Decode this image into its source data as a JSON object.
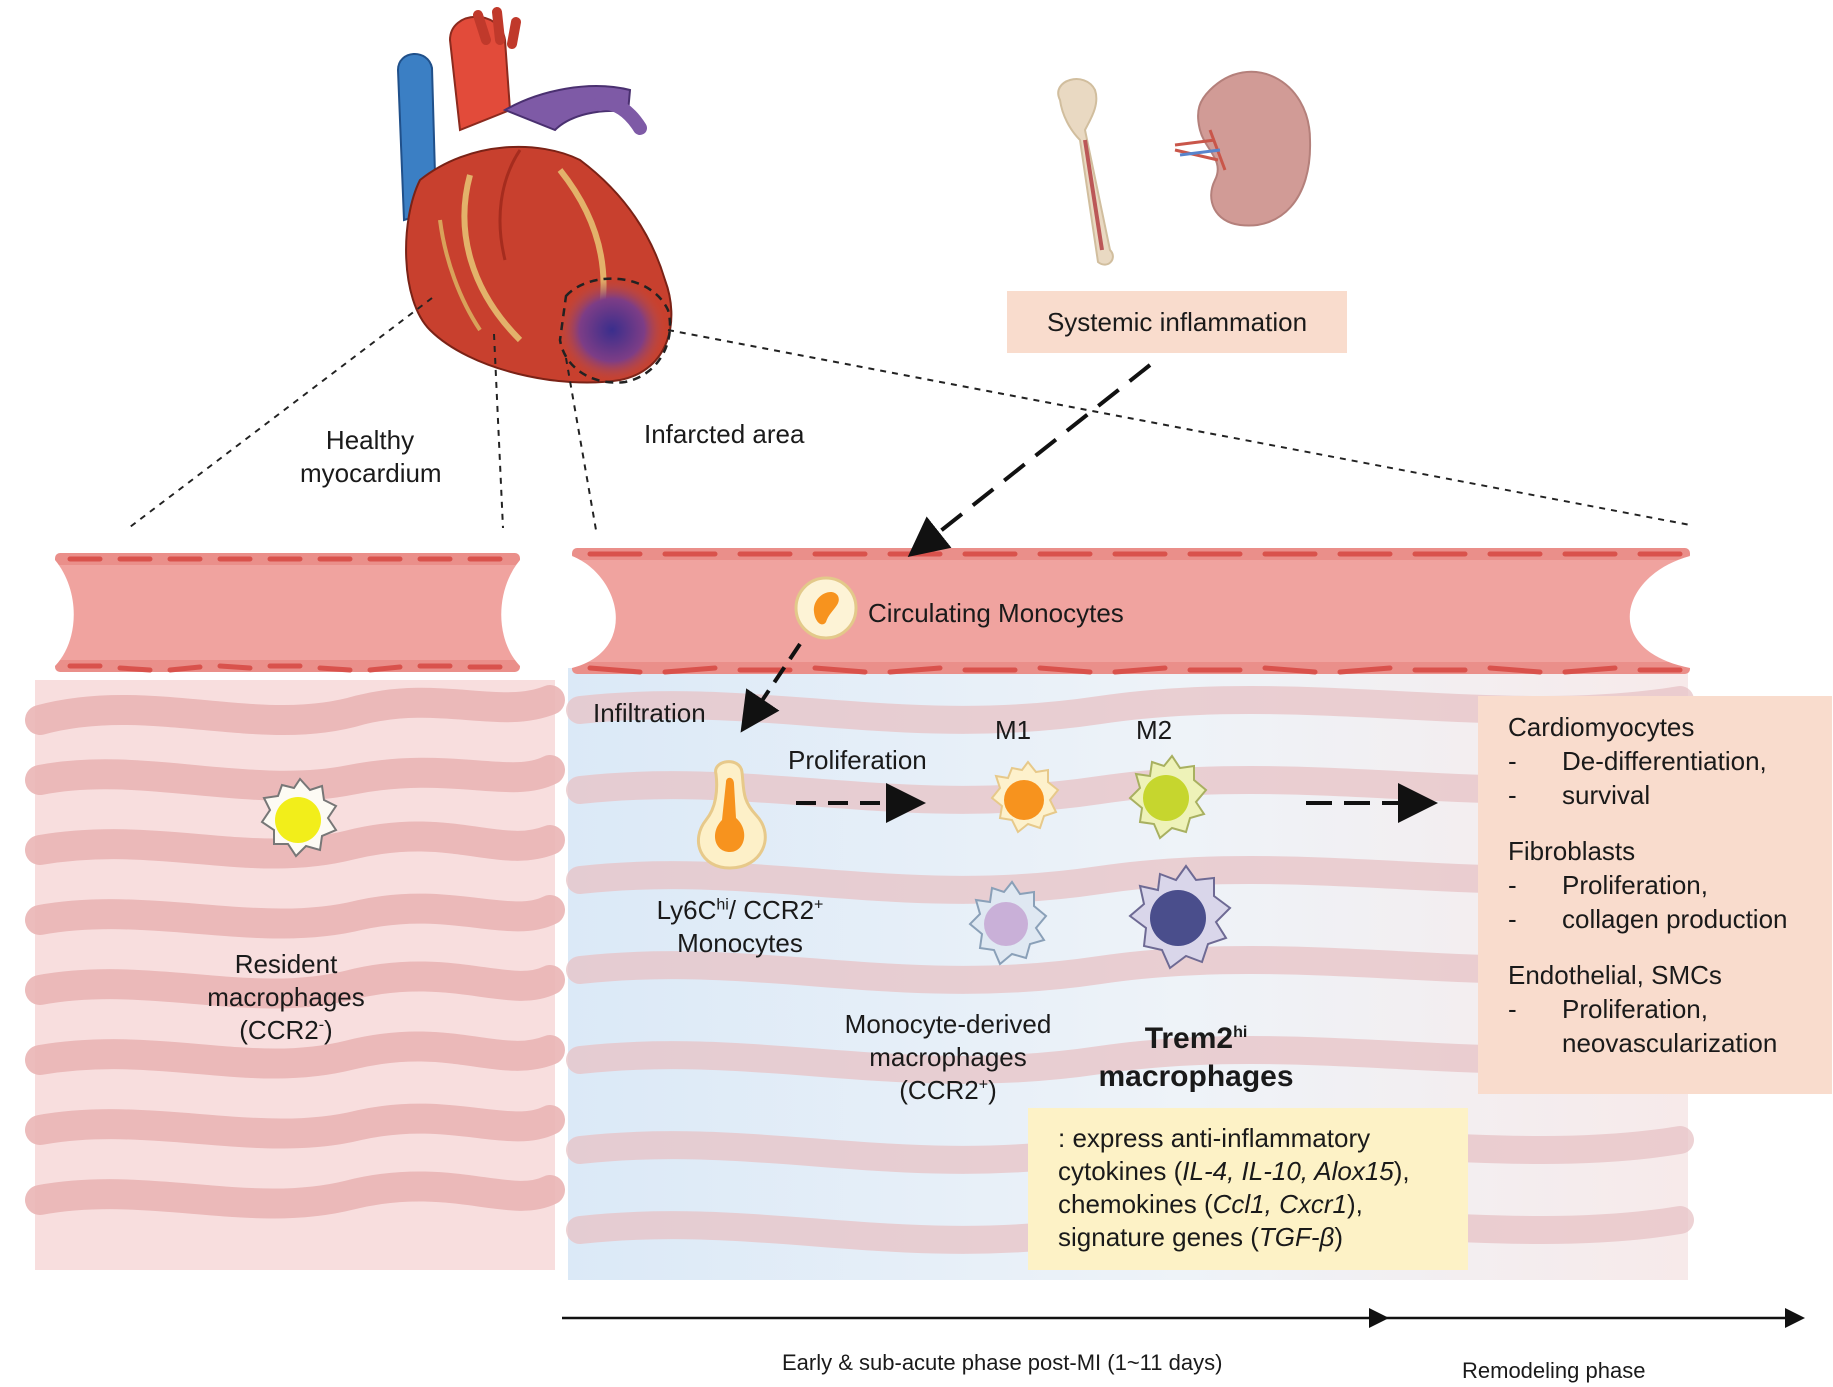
{
  "labels": {
    "healthy_line1": "Healthy",
    "healthy_line2": "myocardium",
    "infarcted": "Infarcted area",
    "systemic": "Systemic inflammation",
    "circulating": "Circulating Monocytes",
    "infiltration": "Infiltration",
    "proliferation": "Proliferation",
    "m1": "M1",
    "m2": "M2",
    "ly6c_prefix": "Ly6C",
    "ly6c_sup": "hi",
    "ly6c_mid": "/ CCR2",
    "ly6c_sup2": "+",
    "ly6c_line2": "Monocytes",
    "resident_line1": "Resident",
    "resident_line2": "macrophages",
    "resident_line3_prefix": "(CCR2",
    "resident_line3_sup": "-",
    "resident_line3_suffix": ")",
    "monoderived_line1": "Monocyte-derived",
    "monoderived_line2": "macrophages",
    "monoderived_line3_prefix": "(CCR2",
    "monoderived_line3_sup": "+",
    "monoderived_line3_suffix": ")",
    "trem2_prefix": "Trem2",
    "trem2_sup": "hi",
    "trem2_line2": "macrophages"
  },
  "effects_box": {
    "groups": [
      {
        "title": "Cardiomyocytes",
        "items": [
          "De-differentiation,",
          "survival"
        ]
      },
      {
        "title": "Fibroblasts",
        "items": [
          "Proliferation,",
          "collagen production"
        ]
      },
      {
        "title": "Endothelial, SMCs",
        "items": [
          "Proliferation,",
          "neovascularization"
        ]
      }
    ],
    "dash": "-"
  },
  "trem2_box": {
    "line1": ": express anti-inflammatory",
    "line2_a": "cytokines (",
    "line2_i": "IL-4, IL-10, Alox15",
    "line2_b": "),",
    "line3_a": "chemokines (",
    "line3_i": "Ccl1, Cxcr1",
    "line3_b": "),",
    "line4_a": "signature genes (",
    "line4_i": "TGF-β",
    "line4_b": ")"
  },
  "timeline": {
    "early": "Early & sub-acute phase post-MI (1~11 days)",
    "remodeling": "Remodeling phase"
  },
  "colors": {
    "vessel": "#f0a39f",
    "vessel_dark": "#e07d78",
    "tissue": "#f3c3c3",
    "infarct_bg": "#d8e8f6",
    "box_peach": "#f9dccd",
    "box_yellow": "#fdf2c6",
    "m1_nucleus": "#f7931e",
    "m2_nucleus": "#c6d62e",
    "resident_nucleus": "#f2ee1a",
    "monoderived_nucleus": "#c9b0d8",
    "trem2_nucleus": "#4a4e8c"
  }
}
